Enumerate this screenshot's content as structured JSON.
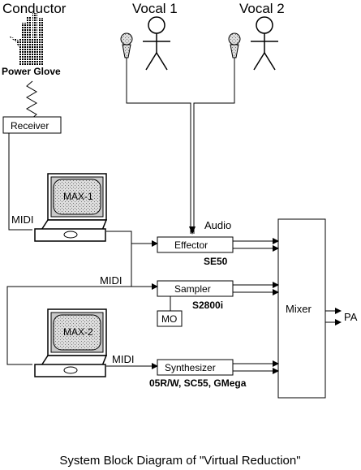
{
  "conductor": {
    "title": "Conductor",
    "glove_label": "Power Glove",
    "receiver_label": "Receiver"
  },
  "vocals": [
    {
      "label": "Vocal 1"
    },
    {
      "label": "Vocal 2"
    }
  ],
  "computers": [
    {
      "screen_label": "MAX-1"
    },
    {
      "screen_label": "MAX-2"
    }
  ],
  "connections": {
    "midi_1": "MIDI",
    "midi_2": "MIDI",
    "midi_3": "MIDI",
    "audio": "Audio"
  },
  "devices": {
    "effector": {
      "label": "Effector",
      "model": "SE50"
    },
    "sampler": {
      "label": "Sampler",
      "model": "S2800i"
    },
    "mo": {
      "label": "MO"
    },
    "synthesizer": {
      "label": "Synthesizer",
      "model": "05R/W, SC55, GMega"
    },
    "mixer": {
      "label": "Mixer"
    }
  },
  "output": {
    "label": "PA"
  },
  "caption": "System Block Diagram of \"Virtual Reduction\""
}
